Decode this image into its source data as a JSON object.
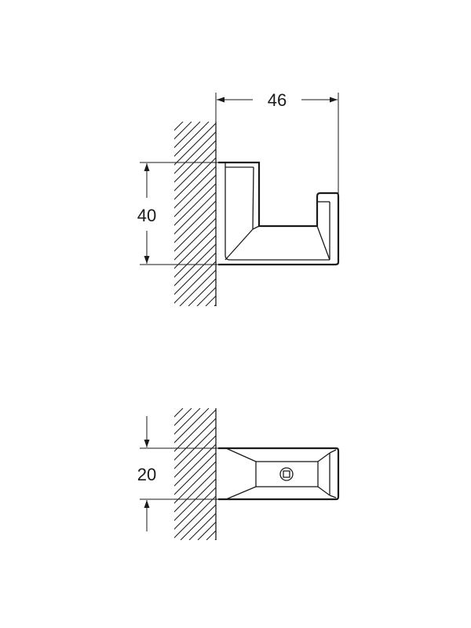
{
  "drawing": {
    "side_view": {
      "width_dimension": "46",
      "height_dimension": "40"
    },
    "top_view": {
      "depth_dimension": "20"
    },
    "colors": {
      "line": "#1a1a1a",
      "background": "#ffffff"
    }
  }
}
